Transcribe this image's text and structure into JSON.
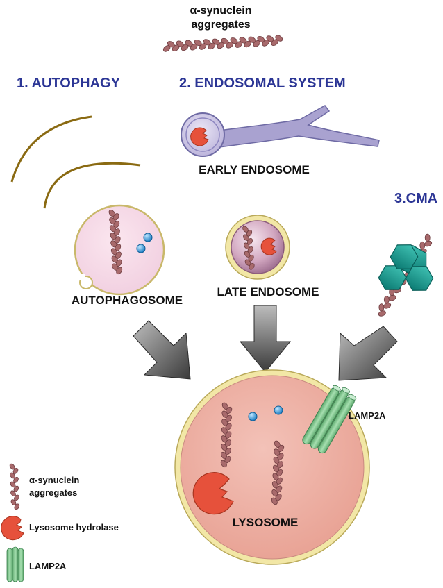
{
  "top_label": {
    "line1": "α-synuclein",
    "line2": "aggregates"
  },
  "pathways": {
    "autophagy": "1. AUTOPHAGY",
    "endosomal": "2. ENDOSOMAL SYSTEM",
    "cma": "3.CMA"
  },
  "compartments": {
    "early_endosome": "EARLY ENDOSOME",
    "late_endosome": "LATE ENDOSOME",
    "autophagosome": "AUTOPHAGOSOME",
    "lysosome": "LYSOSOME",
    "lamp2a": "LAMP2A"
  },
  "legend": {
    "synuclein_line1": "α-synuclein",
    "synuclein_line2": "aggregates",
    "hydrolase": "Lysosome hydrolase",
    "lamp2a": "LAMP2A"
  },
  "colors": {
    "heading_blue": "#2b3595",
    "fibril": "#a86a6c",
    "hydrolase_red": "#e6513b",
    "lysosome_fill": "#eeb0a6",
    "membrane_yellow": "#f2e7a6",
    "lamp2a_green": "#7bc48a",
    "cma_teal": "#12958c",
    "endosome_purple": "#a9a2d0",
    "vesicle_blue": "#2a8ed0"
  }
}
